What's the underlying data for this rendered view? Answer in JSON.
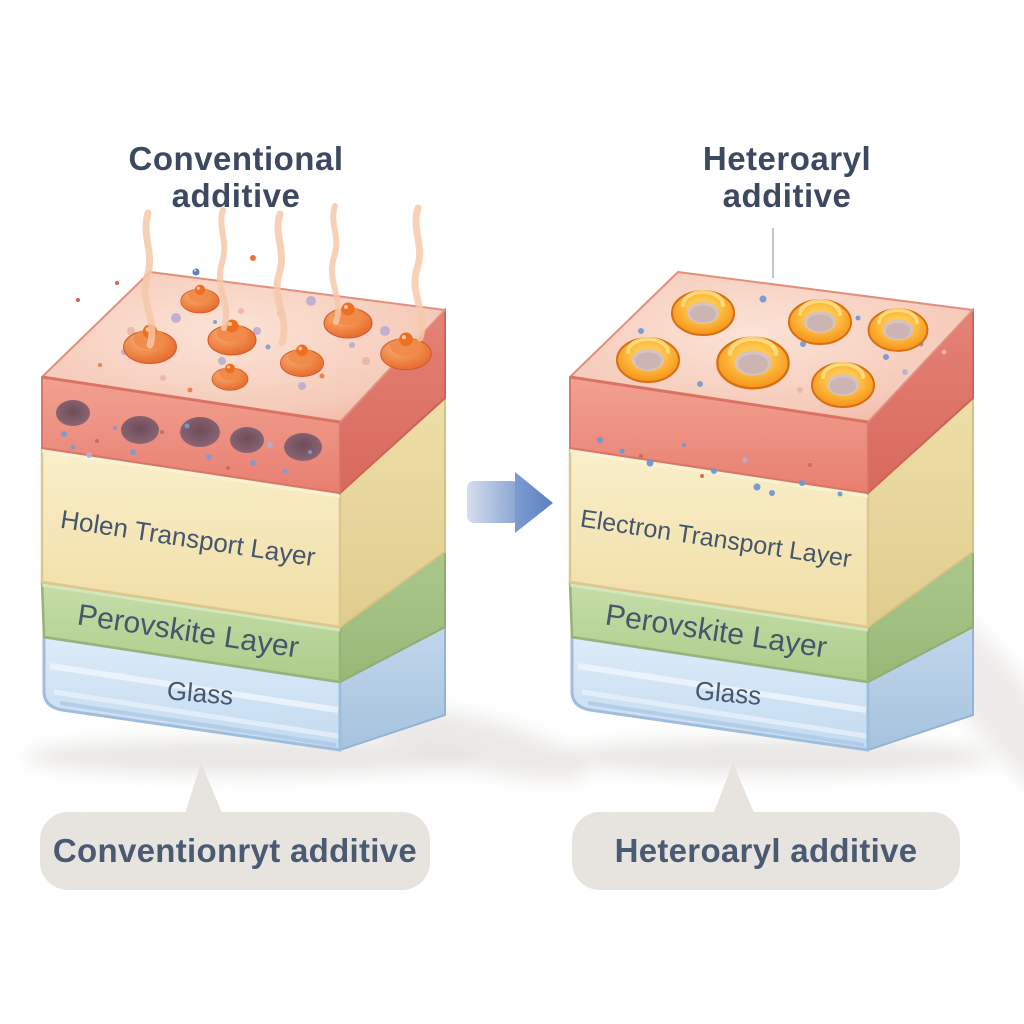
{
  "figure": {
    "background": "#ffffff",
    "left_panel": {
      "title_line1": "Conventional",
      "title_line2": "additive",
      "transport_layer_label": "Holen Transport Layer",
      "perovskite_layer_label": "Perovskite Layer",
      "glass_layer_label": "Glass",
      "caption": "Conventionryt additive"
    },
    "right_panel": {
      "title_line1": "Heteroaryl",
      "title_line2": "additive",
      "transport_layer_label": "Electron Transport Layer",
      "perovskite_layer_label": "Perovskite Layer",
      "glass_layer_label": "Glass",
      "caption": "Heteroaryl additive"
    },
    "icons": {
      "arrow": "arrow-right-icon",
      "vapor": "vapor-wisp-icon",
      "defect_bump": "defect-bump-icon",
      "void_hole": "void-hole-icon",
      "additive_ring": "additive-ring-icon"
    },
    "colors": {
      "title_text": "#3d4961",
      "layer_label_text": "#45566d",
      "caption_text": "#4b5a73",
      "caption_bubble": "#e7e3de",
      "top_face_salmon": "#f6cbba",
      "defect_layer_red": "#ee9184",
      "transport_layer_yellow": "#f5e8bb",
      "perovskite_layer_green": "#bcd79c",
      "glass_layer_blue": "#d4e6f6",
      "arrow_blue": "#6b8fc7",
      "bump_orange": "#ee7124",
      "ring_orange": "#f79d22",
      "void_mauve": "#7b5261",
      "speck_blue": "#6f98d6"
    }
  }
}
